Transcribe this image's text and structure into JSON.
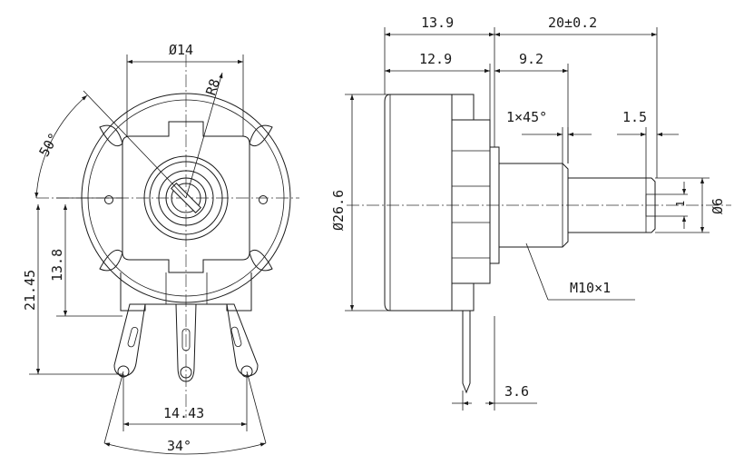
{
  "dims": {
    "d14": "Ø14",
    "r8": "R8",
    "a50": "50°",
    "d13_8": "13.8",
    "d21_45": "21.45",
    "d14_43": "14.43",
    "a34": "34°",
    "d13_9": "13.9",
    "d20": "20±0.2",
    "d12_9": "12.9",
    "d9_2": "9.2",
    "c1x45": "1×45°",
    "d1_5": "1.5",
    "d26_6": "Ø26.6",
    "d6": "Ø6",
    "d1": "1",
    "m10": "M10×1",
    "d3_6": "3.6"
  }
}
